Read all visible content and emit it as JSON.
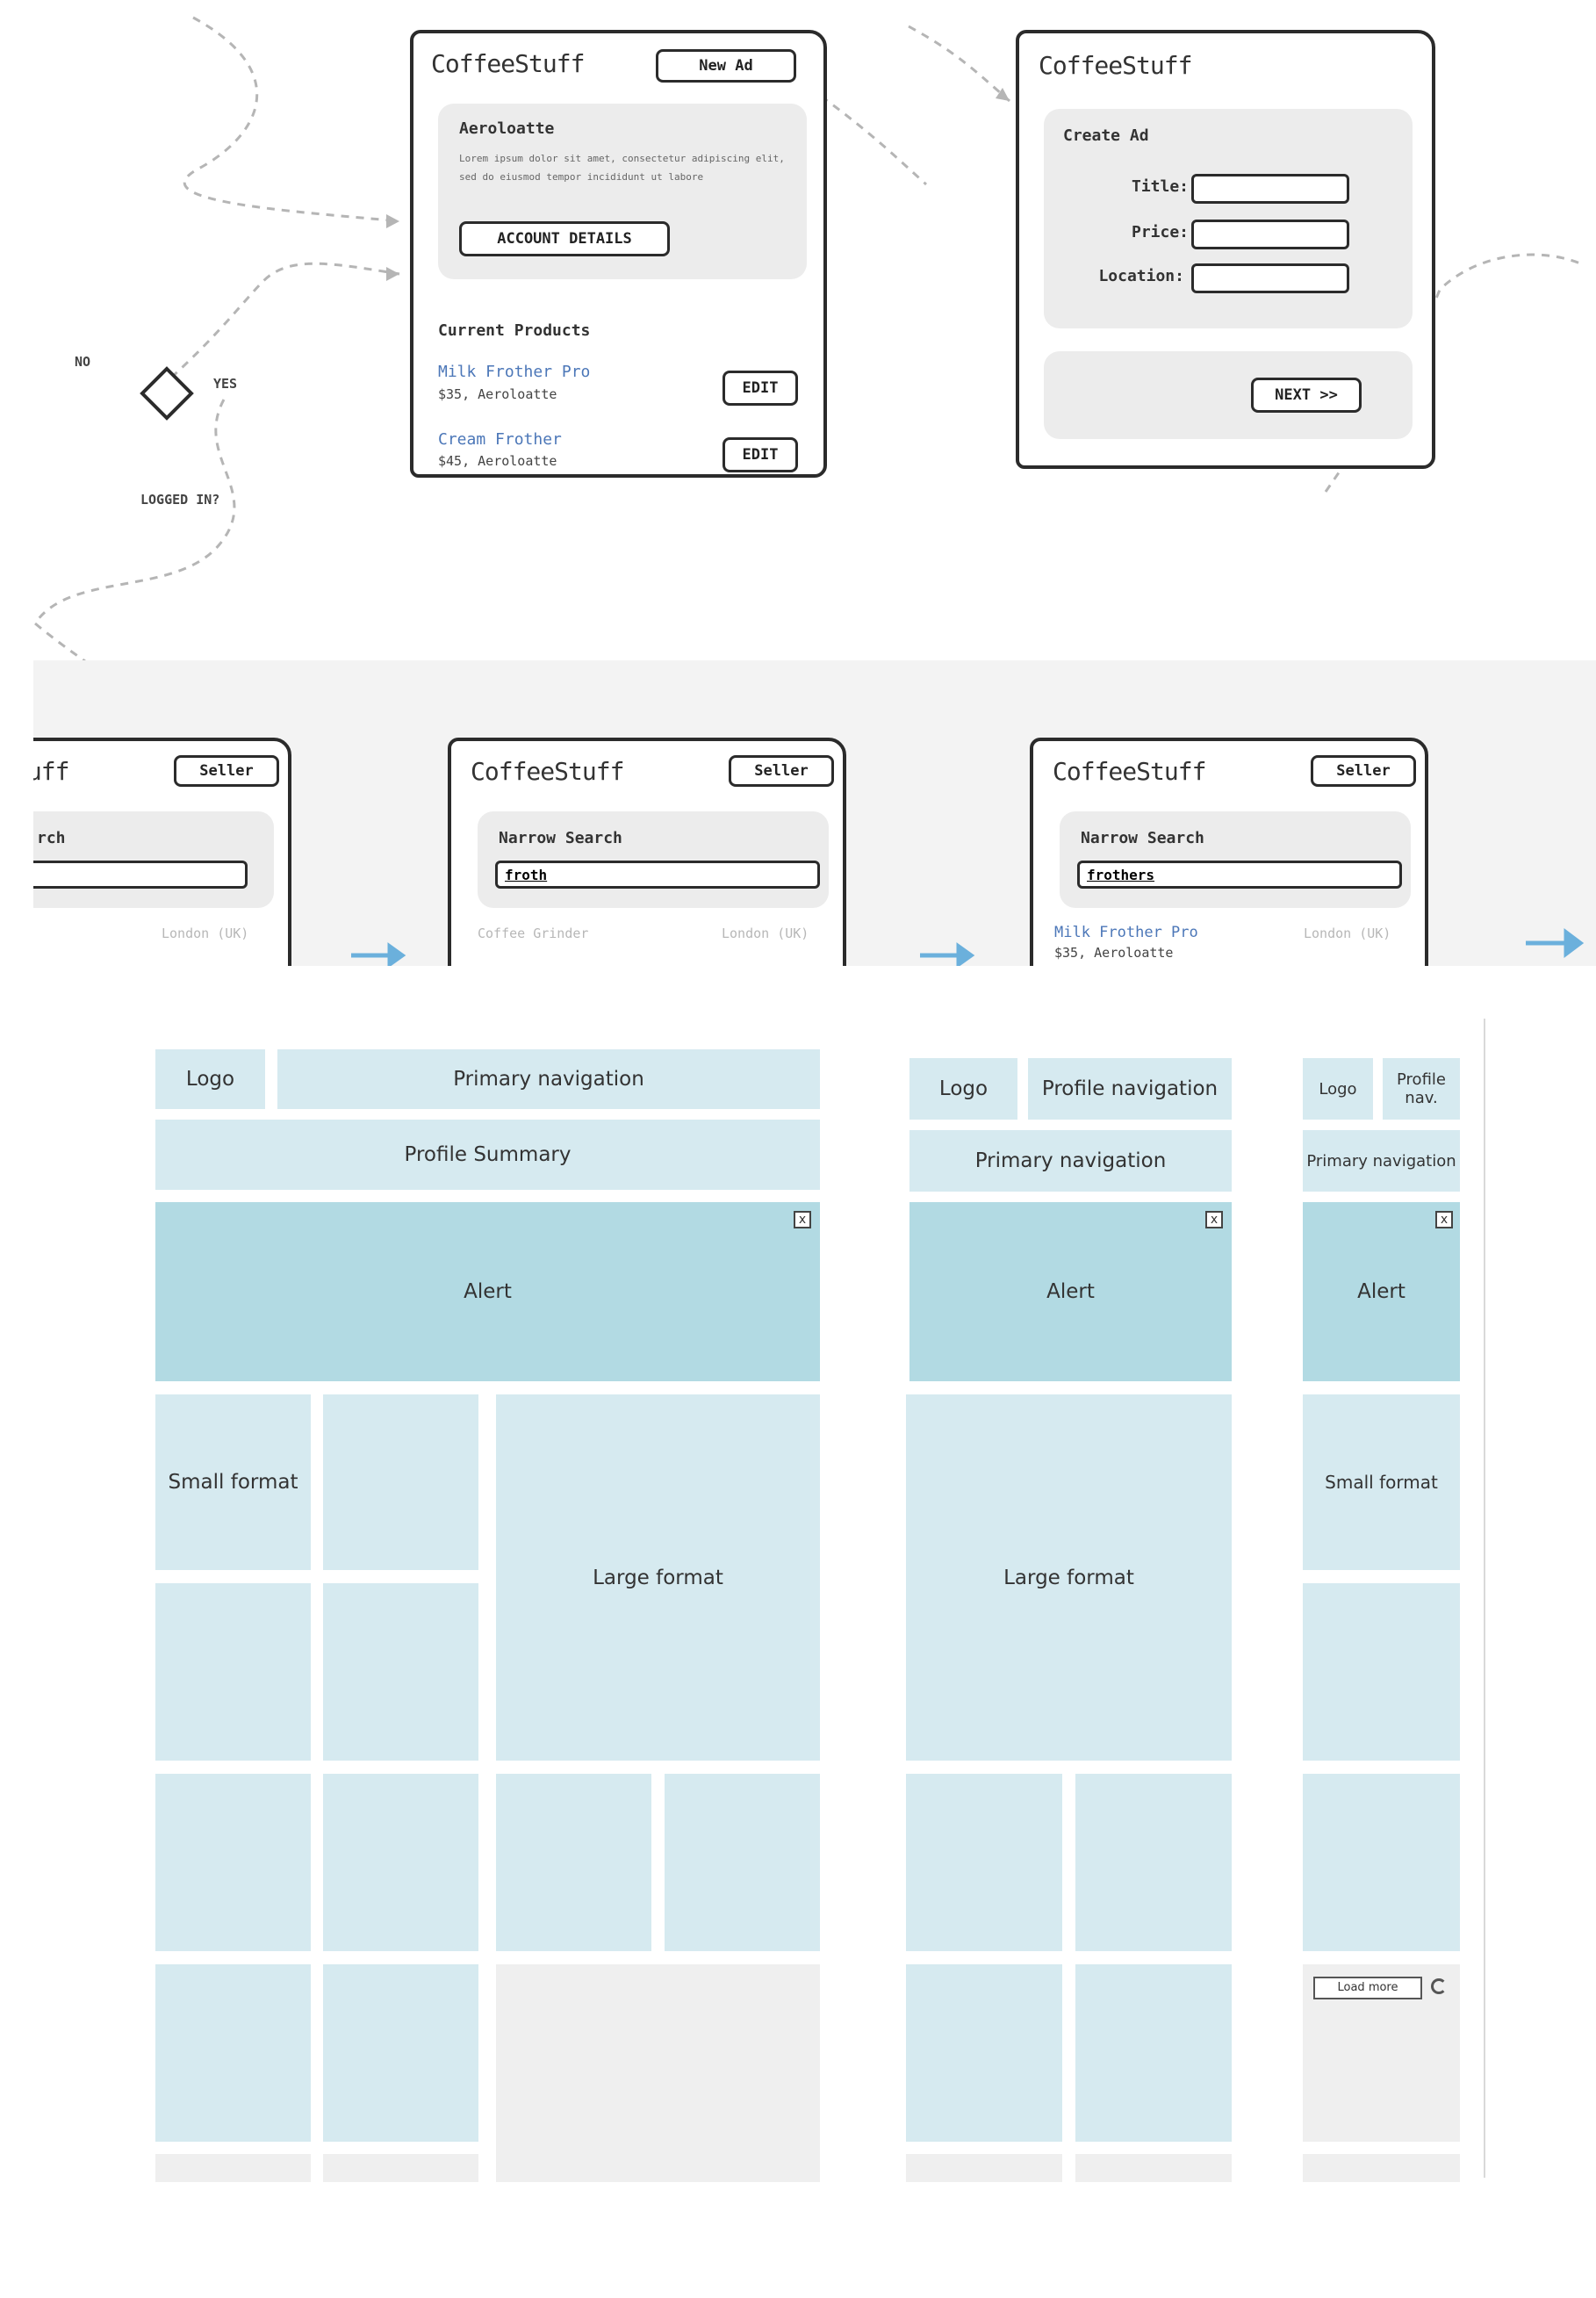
{
  "flow": {
    "brand": "CoffeeStuff",
    "account_screen": {
      "new_ad_button": "New Ad",
      "profile_name": "Aeroloatte",
      "profile_text": "Lorem ipsum dolor sit amet, consectetur adipiscing elit, sed do eiusmod tempor incididunt ut labore",
      "account_details_button": "ACCOUNT DETAILS",
      "current_products_heading": "Current Products",
      "products": [
        {
          "name": "Milk Frother Pro",
          "price": "$35, Aeroloatte",
          "edit": "EDIT"
        },
        {
          "name": "Cream Frother",
          "price": "$45, Aeroloatte",
          "edit": "EDIT"
        }
      ]
    },
    "create_ad_screen": {
      "heading": "Create Ad",
      "title_label": "Title:",
      "price_label": "Price:",
      "location_label": "Location:",
      "next_button": "NEXT >>"
    },
    "decision": {
      "no_label": "NO",
      "yes_label": "YES",
      "loggedin_label": "LOGGED IN?"
    },
    "search_screens": [
      {
        "sell_button": "Seller",
        "heading": "rch",
        "input_value": "",
        "result_location": "London (UK)"
      },
      {
        "sell_button": "Seller",
        "heading": "Narrow Search",
        "input_value": "froth",
        "result_name": "Coffee Grinder",
        "result_location": "London (UK)"
      },
      {
        "sell_button": "Seller",
        "heading": "Narrow Search",
        "input_value": "frothers",
        "result_name": "Milk Frother Pro",
        "result_price": "$35, Aeroloatte",
        "result_location": "London (UK)"
      }
    ]
  },
  "layout": {
    "desktop": {
      "logo": "Logo",
      "primary_nav": "Primary navigation",
      "profile_summary": "Profile Summary",
      "alert": "Alert",
      "small_format": "Small format",
      "large_format": "Large format"
    },
    "tablet": {
      "logo": "Logo",
      "profile_nav": "Profile navigation",
      "primary_nav": "Primary navigation",
      "alert": "Alert",
      "large_format": "Large format"
    },
    "mobile": {
      "logo": "Logo",
      "profile_nav": "Profile nav.",
      "primary_nav": "Primary navigation",
      "alert": "Alert",
      "small_format": "Small format",
      "load_more": "Load more"
    },
    "close_glyph": "x"
  },
  "colors": {
    "block": "#d6eaf0",
    "alert": "#b2dae3",
    "grey": "#efefef",
    "link": "#4c77b8",
    "arrow": "#6bb0dc"
  }
}
